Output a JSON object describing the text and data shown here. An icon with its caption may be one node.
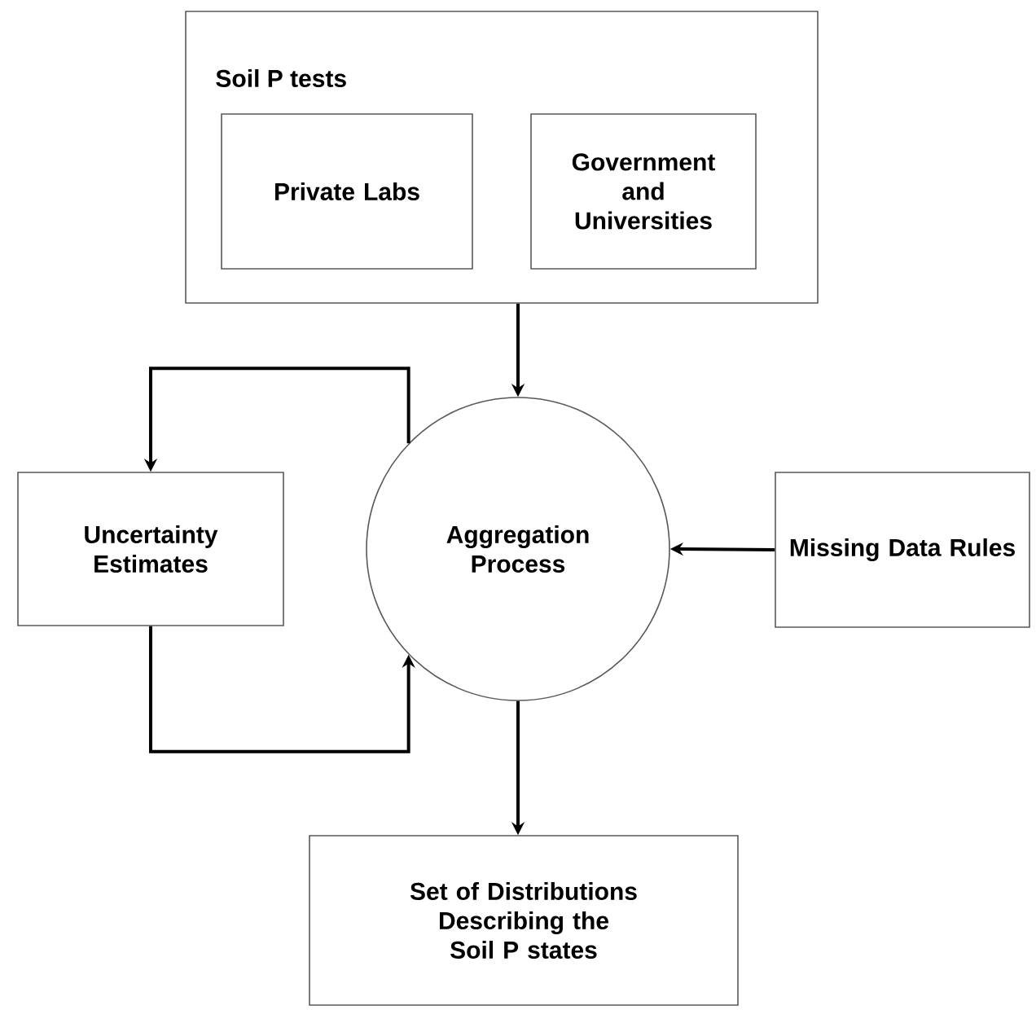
{
  "diagram": {
    "nodes": [
      {
        "text": [
          "Soil P tests"
        ]
      },
      {
        "text": [
          "Private Labs"
        ],
        "in": 0
      },
      {
        "text": [
          "Government and Universities"
        ],
        "in": 0
      },
      {
        "text": [
          "Uncertainty Estimates"
        ]
      },
      {
        "text": [
          "Aggregation Process"
        ]
      },
      {
        "text": [
          "Missing Data Rules"
        ]
      },
      {
        "text": [
          "Set of Distributions Describing the Soil P states"
        ]
      }
    ],
    "edges": [
      {
        "from": 0,
        "to": 4,
        "arrow": "to"
      },
      {
        "from": 4,
        "to": 3,
        "arrow": "to"
      },
      {
        "from": 3,
        "to": 4,
        "arrow": "to"
      },
      {
        "from": 5,
        "to": 4,
        "arrow": "to"
      },
      {
        "from": 4,
        "to": 6,
        "arrow": "to"
      }
    ]
  }
}
